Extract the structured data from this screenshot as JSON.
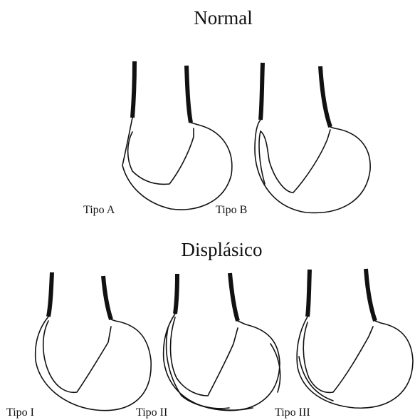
{
  "headings": {
    "normal": "Normal",
    "dysplastic": "Displásico"
  },
  "labels": {
    "tipo_a": "Tipo A",
    "tipo_b": "Tipo B",
    "tipo_1": "Tipo I",
    "tipo_2": "Tipo II",
    "tipo_3": "Tipo III"
  }
}
